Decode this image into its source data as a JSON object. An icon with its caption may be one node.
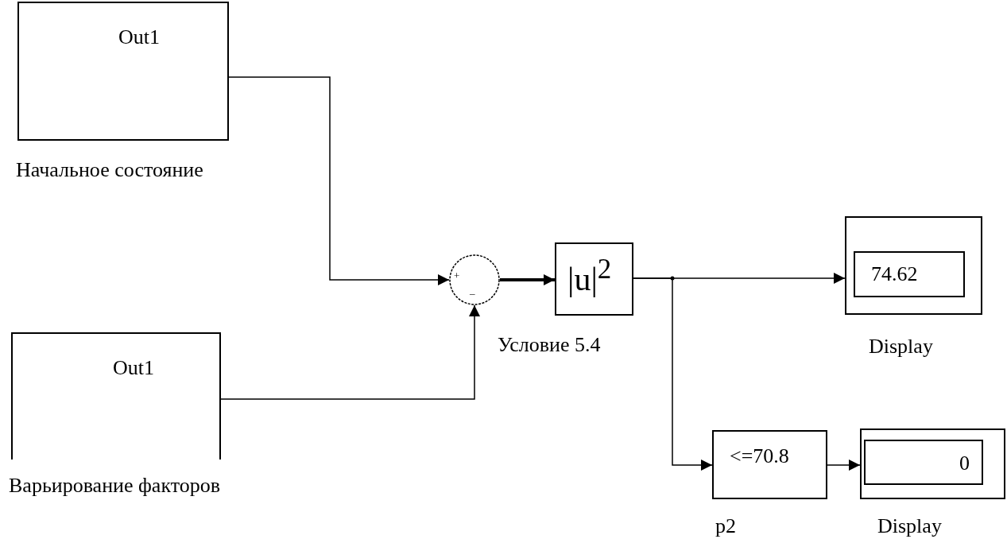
{
  "diagram": {
    "nodes": [
      {
        "text": [
          "Out1"
        ],
        "beside": [
          "Начальное состояние"
        ]
      },
      {
        "text": [
          "Out1"
        ],
        "beside": [
          "Варьирование факторов"
        ]
      },
      {
        "text": [
          "+",
          "–"
        ]
      },
      {
        "text": [
          "|u|$^{2}$"
        ],
        "beside": [
          "Условие 5.4"
        ]
      },
      {
        "text": [],
        "shape": "box",
        "beside": [
          "Display"
        ]
      },
      {
        "text": [
          "74.62"
        ],
        "in": 4
      },
      {
        "text": [
          "<=70.8"
        ],
        "beside": [
          "p2"
        ]
      },
      {
        "text": [],
        "shape": "box",
        "beside": [
          "Display"
        ]
      },
      {
        "text": [
          "0"
        ],
        "in": 7
      }
    ],
    "edges": [
      {
        "from": 0,
        "to": 2,
        "arrow": "to"
      },
      {
        "from": 1,
        "to": 2,
        "arrow": "to"
      },
      {
        "from": 2,
        "to": 3,
        "arrow": "to",
        "style": "thick"
      },
      {
        "from": 3,
        "to": 4,
        "arrow": "to"
      },
      {
        "from": 3,
        "to": 6,
        "arrow": "to"
      },
      {
        "from": 6,
        "to": 7,
        "arrow": "to"
      }
    ]
  }
}
